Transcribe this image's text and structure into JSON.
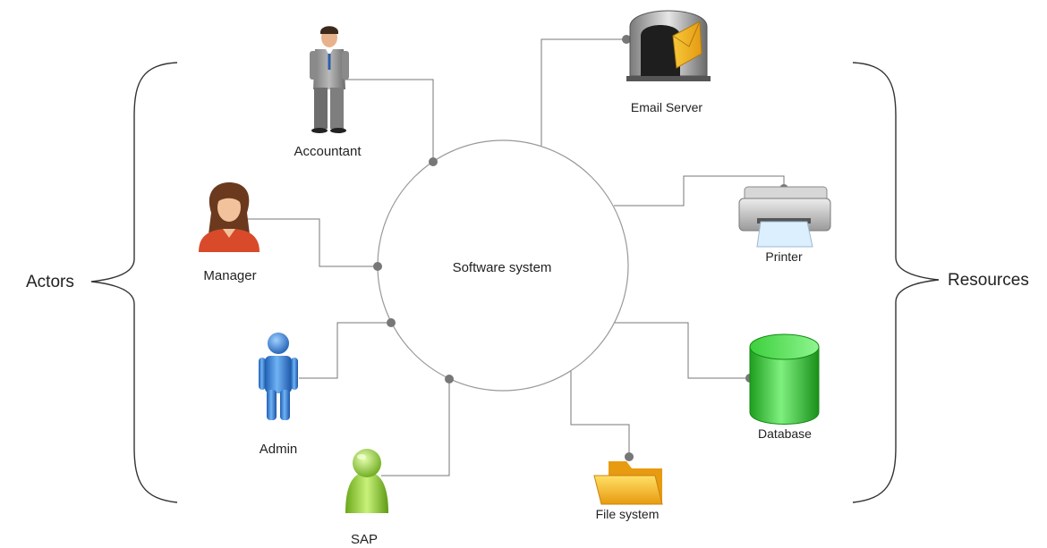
{
  "diagram": {
    "system": {
      "label": "Software system"
    },
    "groups": {
      "actors": "Actors",
      "resources": "Resources"
    },
    "actors": {
      "accountant": "Accountant",
      "manager": "Manager",
      "admin": "Admin",
      "sap": "SAP"
    },
    "resources": {
      "email_server": "Email Server",
      "printer": "Printer",
      "database": "Database",
      "file_system": "File system"
    }
  },
  "colors": {
    "connector": "#777777",
    "circle_stroke": "#999999",
    "database_green": "#2fbf2f",
    "admin_blue": "#2f7fd8",
    "sap_green": "#8ccf2a",
    "folder_yellow": "#f3b61e",
    "manager_red": "#d84a2a"
  }
}
